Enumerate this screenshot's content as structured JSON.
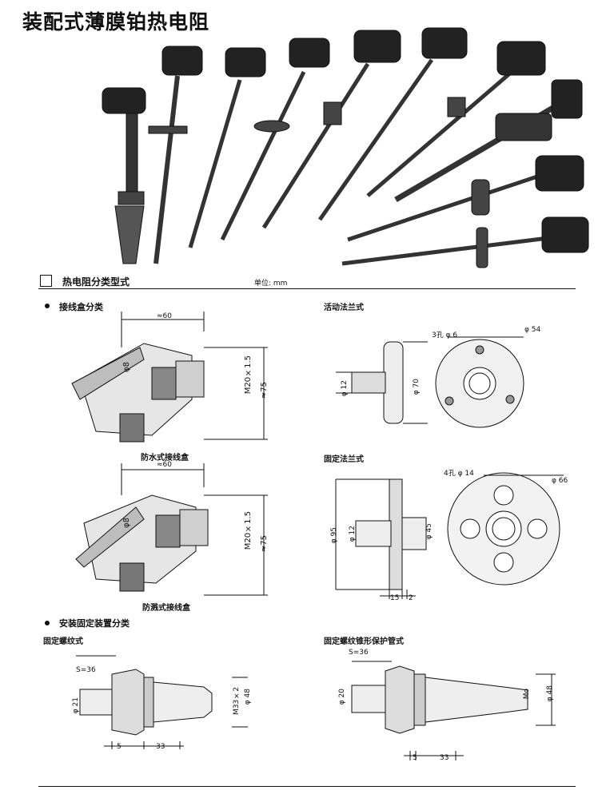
{
  "page": {
    "title": "装配式薄膜铂热电阻",
    "section_main": "热电阻分类型式",
    "unit": "单位: mm",
    "sub_junction": "接线盒分类",
    "sub_mount": "安装固定装置分类"
  },
  "junction": {
    "waterproof_caption": "防水式接线盒",
    "splashproof_caption": "防溅式接线盒",
    "dim_width": "≈60",
    "dim_phi8": "φ8",
    "dim_thread": "M20×1.5",
    "dim_height": "≈75"
  },
  "flange_movable": {
    "caption": "活动法兰式",
    "holes": "3孔 φ 6",
    "outer": "φ 54",
    "phi12": "φ 12",
    "phi70": "φ 70"
  },
  "flange_fixed": {
    "caption": "固定法兰式",
    "holes": "4孔 φ 14",
    "outer": "φ 66",
    "phi95": "φ 95",
    "phi12": "φ 12",
    "phi45": "φ 45",
    "dim15": "15",
    "dim2": "2"
  },
  "thread_fixed": {
    "caption": "固定螺纹式",
    "s36": "S=36",
    "phi21": "φ 21",
    "m33": "M33×2",
    "phi48": "φ 48",
    "dim5": "5",
    "dim33": "33"
  },
  "thread_cone": {
    "caption": "固定螺纹锥形保护管式",
    "s36": "S=36",
    "phi20": "φ 20",
    "mo": "Mo",
    "phi48": "φ 48",
    "dim5": "5",
    "dim33": "33"
  }
}
